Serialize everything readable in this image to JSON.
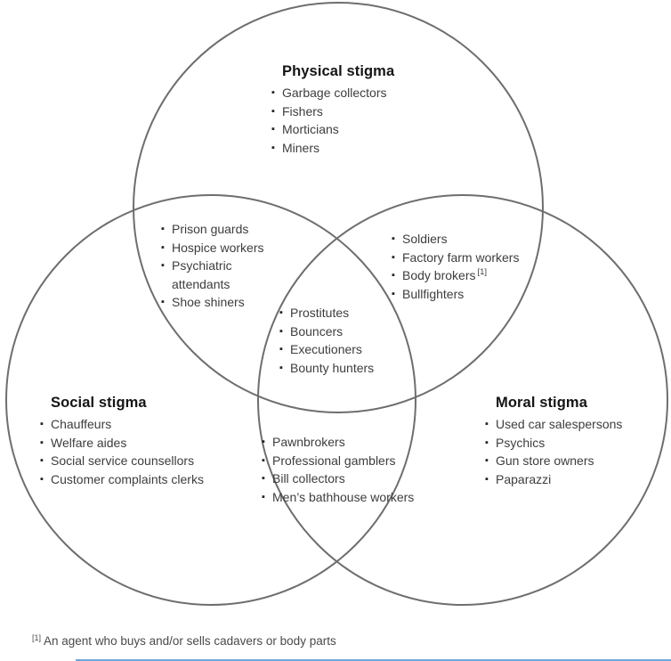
{
  "theme": {
    "circle_stroke": "#6e6e6e",
    "text_color": "#3d3d3d",
    "title_color": "#141414",
    "bottom_line_color": "#6fa8dc"
  },
  "venn": {
    "physical": {
      "title": "Physical stigma",
      "items": [
        "Garbage collectors",
        "Fishers",
        "Morticians",
        "Miners"
      ]
    },
    "social": {
      "title": "Social stigma",
      "items": [
        "Chauffeurs",
        "Welfare aides",
        "Social service counsellors",
        "Customer complaints clerks"
      ]
    },
    "moral": {
      "title": "Moral stigma",
      "items": [
        "Used car salespersons",
        "Psychics",
        "Gun store owners",
        "Paparazzi"
      ]
    },
    "physical_social": {
      "items": [
        "Prison guards",
        "Hospice workers",
        "Psychiatric attendants",
        "Shoe shiners"
      ]
    },
    "physical_moral": {
      "items": [
        "Soldiers",
        "Factory farm workers",
        "Body brokers",
        "Bullfighters"
      ],
      "ref_marker": "[1]"
    },
    "center": {
      "items": [
        "Prostitutes",
        "Bouncers",
        "Executioners",
        "Bounty hunters"
      ]
    },
    "social_moral": {
      "items": [
        "Pawnbrokers",
        "Professional gamblers",
        "Bill collectors",
        "Men’s bathhouse workers"
      ]
    }
  },
  "footnote": {
    "marker": "[1]",
    "text": "An agent who buys and/or sells cadavers or body parts"
  }
}
